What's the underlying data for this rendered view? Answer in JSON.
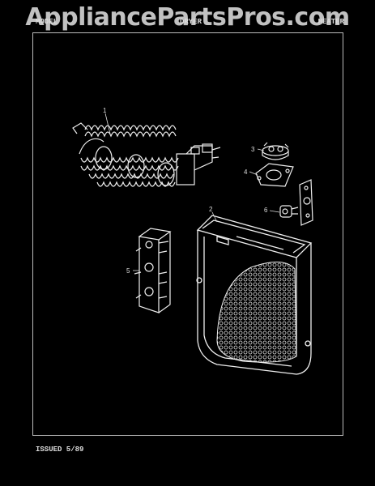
{
  "watermark": "AppliancePartsPros.com",
  "header": {
    "left": "MODEL",
    "middle": "DRYER",
    "right": "HEATER"
  },
  "callouts": {
    "c1": "1",
    "c2": "2",
    "c3": "3",
    "c4": "4",
    "c5": "5",
    "c6": "6"
  },
  "footer": "ISSUED 5/89"
}
